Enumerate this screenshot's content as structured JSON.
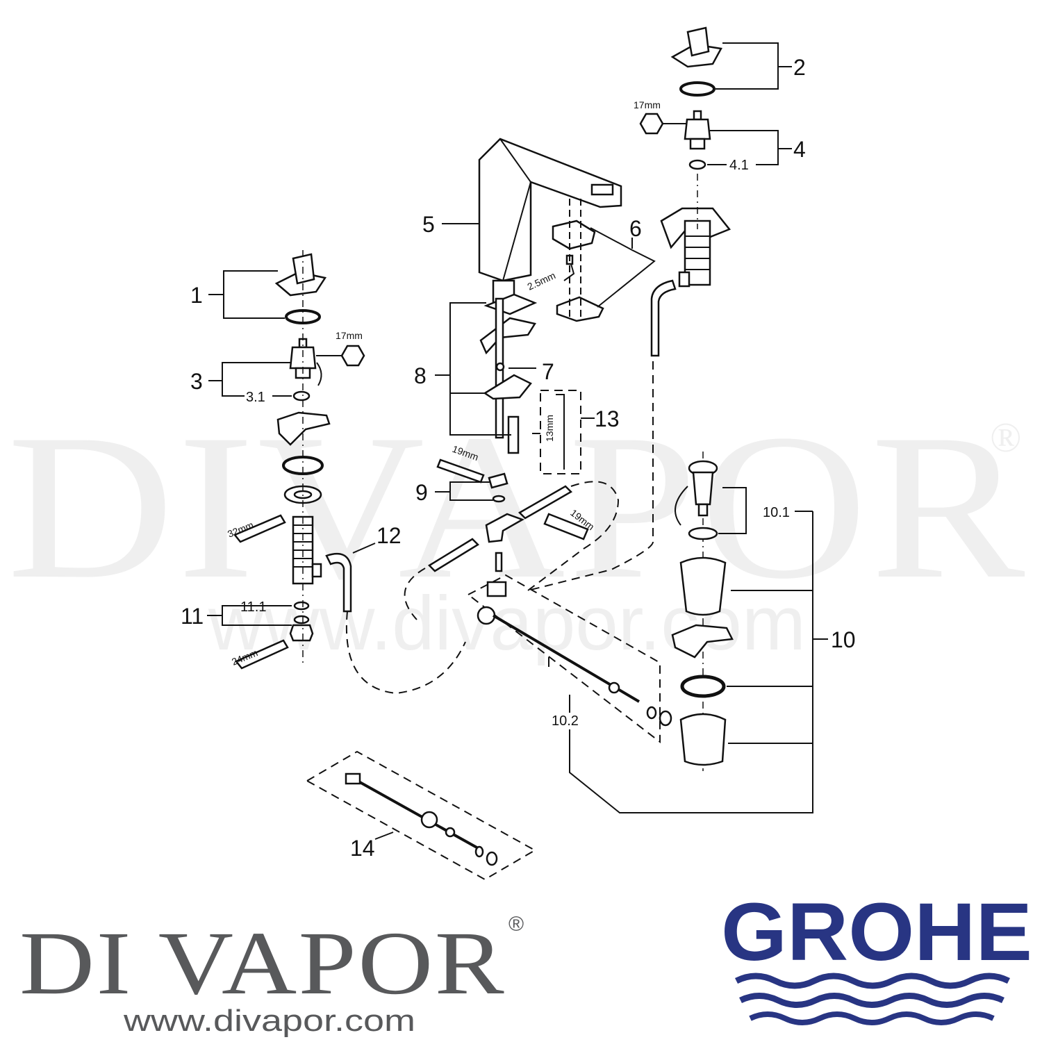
{
  "watermark": {
    "text": "DIVAPOR",
    "reg": "®",
    "url": "www.divapor.com"
  },
  "footer": {
    "brand": "DI VAPOR",
    "reg": "®",
    "url": "www.divapor.com",
    "manufacturer_logo": "GROHE"
  },
  "parts": {
    "p1": "1",
    "p2": "2",
    "p3": "3",
    "p3_1": "3.1",
    "p4": "4",
    "p4_1": "4.1",
    "p5": "5",
    "p6": "6",
    "p7": "7",
    "p8": "8",
    "p9": "9",
    "p10": "10",
    "p10_1": "10.1",
    "p10_2": "10.2",
    "p11": "11",
    "p11_1": "11.1",
    "p12": "12",
    "p13": "13",
    "p14": "14"
  },
  "tools": {
    "hex_17mm": "17mm",
    "allen_2_5mm": "2.5mm",
    "wrench_19mm": "19mm",
    "allen_13mm": "13mm",
    "wrench_32mm": "32mm",
    "wrench_24mm": "24mm"
  },
  "colors": {
    "grohe_blue": "#283583",
    "brand_grey": "#58595b",
    "line": "#111111"
  }
}
